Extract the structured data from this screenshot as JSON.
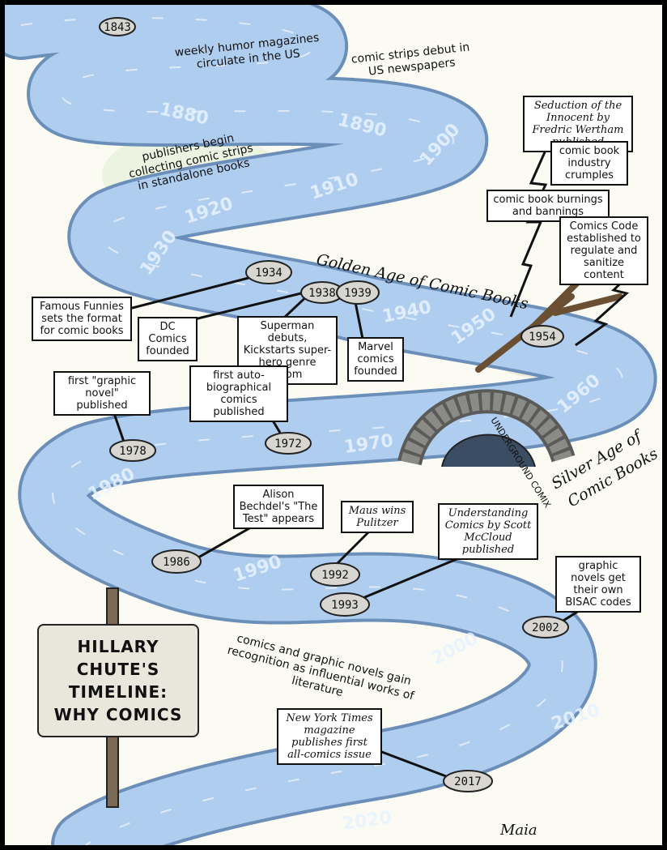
{
  "sign": {
    "line1": "HILLARY CHUTE'S",
    "line2": "TIMELINE:",
    "line3": "WHY COMICS"
  },
  "signature": "Maia",
  "decades": [
    "1880",
    "1890",
    "1900",
    "1910",
    "1920",
    "1930",
    "1940",
    "1950",
    "1960",
    "1970",
    "1980",
    "1990",
    "2000",
    "2010",
    "2020"
  ],
  "years": [
    "1843",
    "1934",
    "1938",
    "1939",
    "1954",
    "1978",
    "1972",
    "1986",
    "1992",
    "1993",
    "2002",
    "2017"
  ],
  "eras": {
    "golden": "Golden Age of Comic Books",
    "silver_line1": "Silver Age of",
    "silver_line2": "Comic Books",
    "underground": "UNDERGROUND COMIX"
  },
  "free_text": {
    "weekly": "weekly humor magazines circulate in the US",
    "strips": "comic strips debut in US newspapers",
    "collecting": "publishers begin collecting comic strips in standalone books",
    "recognition": "comics and graphic novels gain recognition as influential works of literature"
  },
  "labels": {
    "seduction": "Seduction of the Innocent by Fredric Wertham published",
    "crumples": "comic book industry crumples",
    "burnings": "comic book burnings and bannings",
    "code": "Comics Code established to regulate and sanitize content",
    "famous": "Famous Funnies sets the format for comic books",
    "dc": "DC Comics founded",
    "superman": "Superman debuts, Kickstarts super-hero genre boom",
    "marvel": "Marvel comics founded",
    "graphic_novel": "first \"graphic novel\" published",
    "autobio": "first auto-biographical comics published",
    "bechdel": "Alison Bechdel's \"The Test\" appears",
    "maus": "Maus wins Pulitzer",
    "understanding": "Understanding Comics by Scott McCloud published",
    "bisac": "graphic novels get their own BISAC codes",
    "nyt": "New York Times magazine publishes first all-comics issue"
  }
}
